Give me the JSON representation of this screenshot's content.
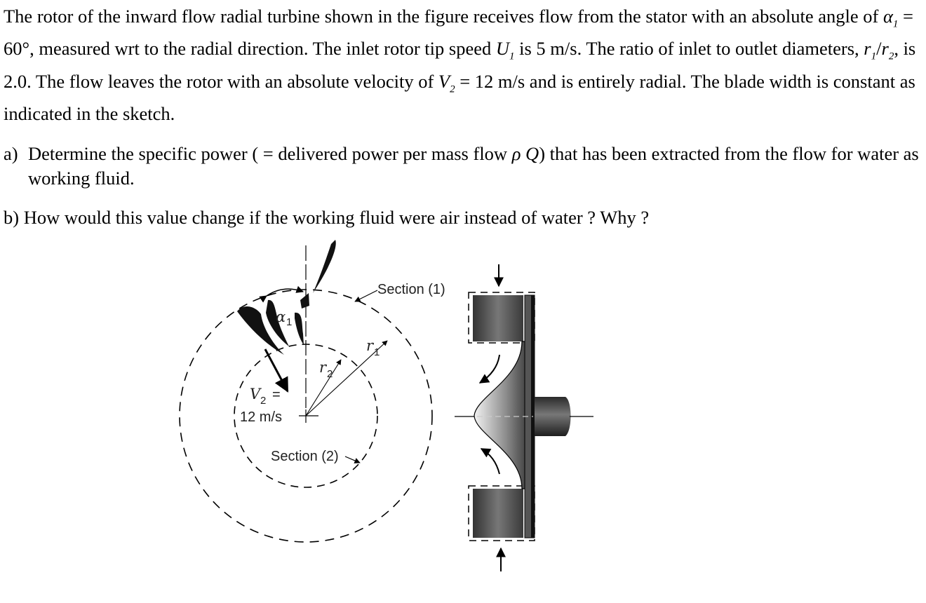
{
  "problem": {
    "intro_parts": [
      "The rotor of the inward flow radial turbine shown in the figure receives flow from the stator with an absolute angle of ",
      "α",
      "1",
      " = 60°, measured wrt to the radial direction. The inlet rotor tip speed ",
      "U",
      "1",
      " is 5 m/s. The ratio of inlet to outlet diameters, ",
      "r",
      "1",
      "/",
      "r",
      "2",
      ", is 2.0. The flow leaves the rotor with an absolute velocity of ",
      "V",
      "2",
      " = 12 m/s and is entirely radial. The blade width is constant as indicated in the sketch."
    ],
    "part_a": {
      "marker": "a)",
      "text_parts": [
        "Determine the specific power ( = delivered power per mass flow ",
        "ρ Q",
        ") that has been extracted from the flow for water as working fluid."
      ]
    },
    "part_b": {
      "text": "b) How would this value change if the working fluid were air instead of water ? Why ?"
    }
  },
  "figure": {
    "section1_label": "Section (1)",
    "section2_label": "Section (2)",
    "alpha_symbol": "α",
    "alpha_sub": "1",
    "r1_symbol": "r",
    "r1_sub": "1",
    "r2_symbol": "r",
    "r2_sub": "2",
    "v2_symbol": "V",
    "v2_sub": "2",
    "v2_equals": "=",
    "v2_value": "12 m/s"
  }
}
